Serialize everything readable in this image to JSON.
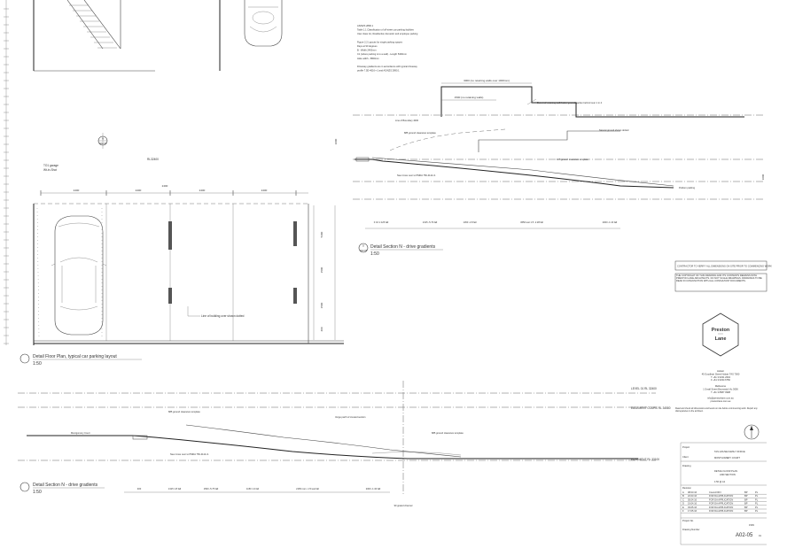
{
  "top_notes": {
    "lines": [
      "AS/NZS 2890.1",
      "Table 1.1 Classification of off-street car parking facilities",
      "User class 1A, Residential, domestic and employee parking",
      "",
      "Figure 2.2 Layouts for single parking spaces",
      "Days at 90 degrees",
      "B - Width 2400mm",
      "C1 (where parking is to a wall) - Length 5400mm",
      "Aisle width - 5800mm",
      "",
      "Driveway gradients are in accordance with typical driveway",
      "profile 7.5D-4016-r-1 and AS/NZS 2890.1"
    ]
  },
  "plan": {
    "north_tag": "N",
    "north_ref": "A02-05",
    "level_label": "RL32400",
    "garage_note": "TO1 garage",
    "garage_note2": "Wt-in-Shot",
    "bay_dims": [
      "2400",
      "2400",
      "2400",
      "2400",
      "2400"
    ],
    "side_dims": [
      "5400",
      "1500",
      "1500",
      "400"
    ],
    "overhang_note": "Line of building over shown dotted",
    "title": "Detail Floor Plan, typical car parking layout",
    "scale": "1:50"
  },
  "section_top": {
    "dim_3000": "3000 (no retaining walls over 1000mm)",
    "dim_1500": "1500 (no retaining walls)",
    "retaining_note": "Extent of retaining wall, batter ground/garden behind over 1 in 4",
    "boundary_note": "Line of Boundary 4000",
    "clearance_note": "885 ground clearance template",
    "natural_ground": "Natural ground shown dotted",
    "clearance_note2": "165 ground clearance template",
    "cross_over": "New cross over to PMDA 750-4114-r1",
    "parking_note": "Podium parking",
    "vert_dim": "1000",
    "right_dim": "1000",
    "grad_labels": [
      "F 16 1:125 fall",
      "1315 -5.79 fall",
      "1450 -1:8 fall",
      "3650 test 1:5 -1:28 fall",
      "2000 -1:16 fall"
    ],
    "title": "Detail Section N - drive gradients",
    "tag": "D",
    "ref": "A02-05",
    "scale": "1:50"
  },
  "section_bottom": {
    "level_top": "LEVEL 01 RL 32400",
    "level_mid": "EASEMENT COURS RL 34580",
    "level_bottom": "EASEMENT RL 33100",
    "montgomery": "Montgomery Court",
    "clearance_note": "885 ground clearance template",
    "verge_note": "Verge parth of crested section",
    "clearance_note2": "885 ground clearance template",
    "cross_over": "New cross over to PMDA 750-4114-r1",
    "grad_labels": [
      "400",
      "1315 1:8 fall",
      "1500 -5.75 fall",
      "1150 1:4 fall",
      "2165 nom -1:5 test fall",
      "2000 -1:40 fall"
    ],
    "channel_note": "90 grated channel",
    "title": "Detail Section N - drive gradients",
    "scale": "1:50"
  },
  "title_block": {
    "notice1": "CONTRACTOR TO VERIFY ALL DIMENSIONS ON SITE PRIOR TO COMMENCING WORK",
    "notice2": "THE COPYRIGHT OF THIS DRAWING AND ITS CONTENTS REMAINS WITH PRESTON LANE ARCHITECTS. DO NOT SCALE DRAWINGS. DRAWINGS TO BE READ IN CONJUNCTION WITH ALL CONSULTANT DOCUMENTS.",
    "brand_line1": "Preston",
    "brand_line2": "Lane",
    "address": [
      "Hobart",
      "45 Goodhart Street Hobart TAS 7000",
      "T +61 3 6231 2604",
      "F +61 3 6234 6750",
      "",
      "Melbourne",
      "1 Small Street Brunswick Vic 3056",
      "T +61 3 8687 0998",
      "",
      "info@prestonlane.com.au",
      "prestonlane.com.au"
    ],
    "disclaimer": "Read and check all dimensions and levels on site before commencing work. Report any discrepancies to the architect.",
    "project_label": "Project",
    "project_value": "TAS HOUSE FAMILY OFFICE",
    "client_label": "Client",
    "client_value": "MONTGOMERY COURT",
    "drawing_label": "Drawing",
    "drawing_value1": "DETAIL FLOOR PLAN",
    "drawing_value2": "AND SECTION",
    "scale_value": "1:50 @ A1",
    "revision_label": "Revision",
    "revisions": [
      [
        "A",
        "08.03.16",
        "Council RFI",
        "BP",
        "PL"
      ],
      [
        "B",
        "22.03.16",
        "FOR DA APPLICATION",
        "BP",
        "PL"
      ],
      [
        "C",
        "05.04.16",
        "FOR DA APPLICATION",
        "BP",
        "PL"
      ],
      [
        "D",
        "19.04.16",
        "FOR DA APPLICATION",
        "BP",
        "PL"
      ],
      [
        "E",
        "03.05.16",
        "FOR DA APPLICATION",
        "BP",
        "PL"
      ],
      [
        "F",
        "17.05.16",
        "FOR DA APPLICATION",
        "BP",
        "PL"
      ]
    ],
    "project_no_label": "Project No.",
    "project_no": "1539",
    "drawing_no_label": "Drawing Number",
    "drawing_no": "A02-05",
    "drawing_rev": "01"
  }
}
